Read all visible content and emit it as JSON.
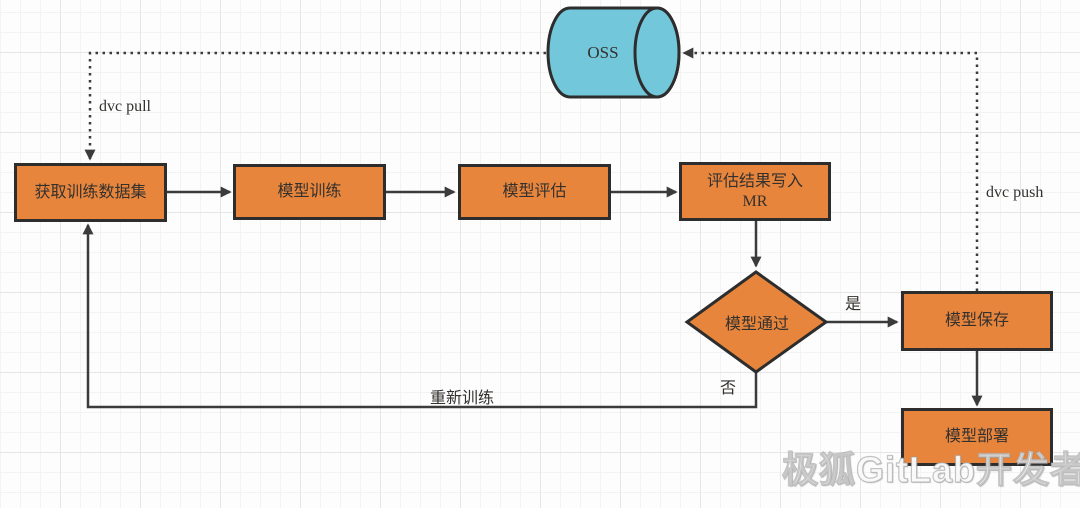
{
  "colors": {
    "node_fill": "#E8853C",
    "node_stroke": "#2D2D2D",
    "cylinder_fill": "#73C7DB",
    "edge_color": "#3B3B3B",
    "text_color": "#33312E",
    "grid_major": "#E6E6E6",
    "grid_minor": "#F3F3F3"
  },
  "nodes": {
    "oss": "OSS",
    "get_dataset": "获取训练数据集",
    "train": "模型训练",
    "evaluate": "模型评估",
    "write_mr_line1": "评估结果写入",
    "write_mr_line2": "MR",
    "decision": "模型通过",
    "save": "模型保存",
    "deploy": "模型部署"
  },
  "edge_labels": {
    "dvc_pull": "dvc pull",
    "dvc_push": "dvc push",
    "yes": "是",
    "no": "否",
    "retrain": "重新训练"
  },
  "watermark": {
    "text": "极狐GitLab开发者"
  }
}
